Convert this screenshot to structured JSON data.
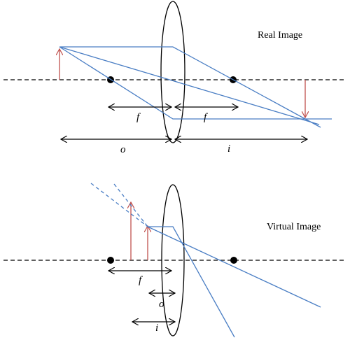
{
  "real": {
    "title": "Real Image",
    "label_f_left": "f",
    "label_f_right": "f",
    "label_o": "o",
    "label_i": "i"
  },
  "virtual": {
    "title": "Virtual Image",
    "label_f": "f",
    "label_o": "o",
    "label_i": "i"
  },
  "colors": {
    "ray": "#4a7ec4",
    "object": "#c0504d",
    "axis": "#000000",
    "lens": "#000000"
  }
}
